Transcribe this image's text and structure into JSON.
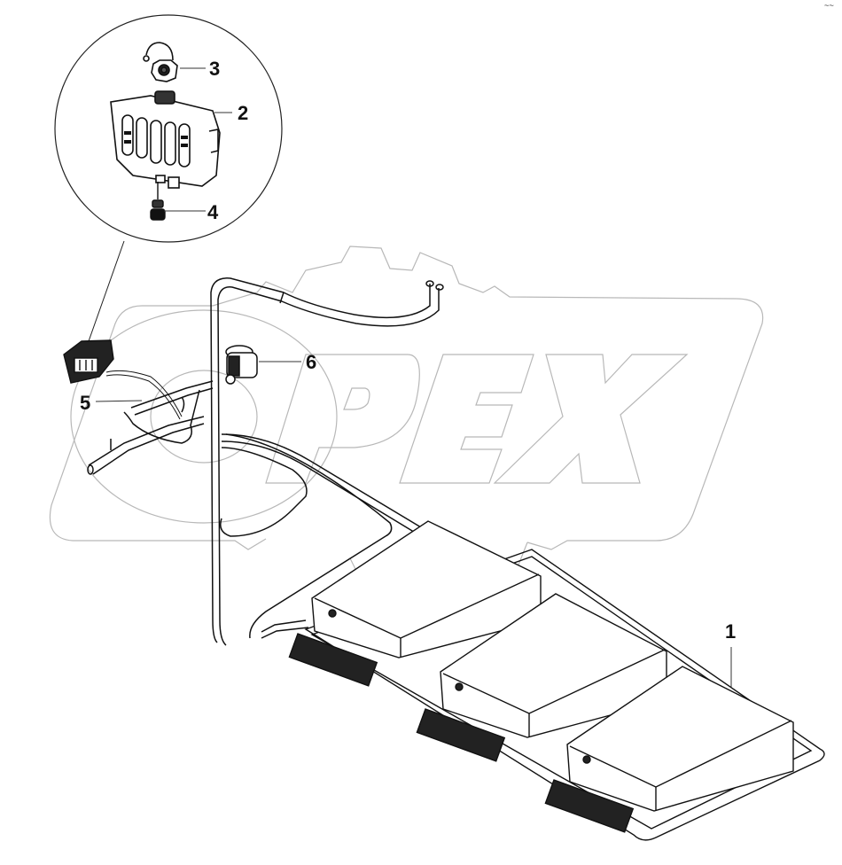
{
  "diagram": {
    "type": "exploded-parts-view",
    "watermark": {
      "text": "OPEX",
      "style": "outline gear + rounded parallelogram logo",
      "color": "#b8b8b8"
    },
    "line_color": "#111111",
    "callouts": [
      {
        "id": "1",
        "label": "1",
        "target": "battery module assembly (three boxes on tray)"
      },
      {
        "id": "2",
        "label": "2",
        "target": "expansion tank"
      },
      {
        "id": "3",
        "label": "3",
        "target": "tank cap"
      },
      {
        "id": "4",
        "label": "4",
        "target": "drain fitting"
      },
      {
        "id": "5",
        "label": "5",
        "target": "hose / connector"
      },
      {
        "id": "6",
        "label": "6",
        "target": "pump / valve"
      }
    ],
    "detail_circle": {
      "label": "detail view of expansion tank group (items 2-4)"
    },
    "corner_mark": "~~"
  }
}
